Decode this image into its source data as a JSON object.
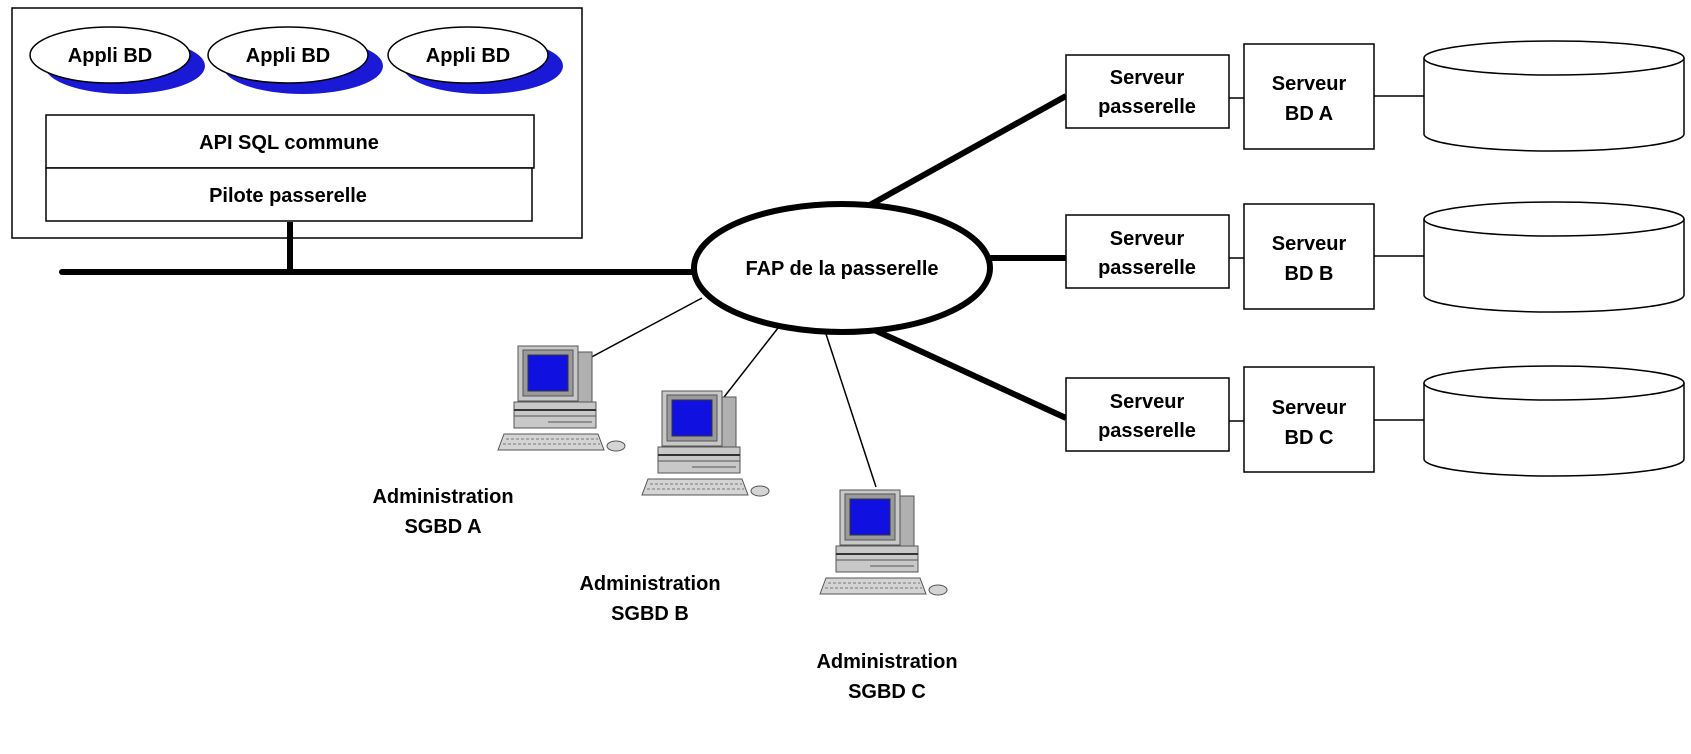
{
  "client": {
    "apps": [
      "Appli BD",
      "Appli BD",
      "Appli BD"
    ],
    "api_label": "API SQL commune",
    "driver_label": "Pilote passerelle"
  },
  "hub": {
    "label": "FAP de la passerelle"
  },
  "servers": [
    {
      "gateway": [
        "Serveur",
        "passerelle"
      ],
      "db": [
        "Serveur",
        "BD  A"
      ]
    },
    {
      "gateway": [
        "Serveur",
        "passerelle"
      ],
      "db": [
        "Serveur",
        "BD  B"
      ]
    },
    {
      "gateway": [
        "Serveur",
        "passerelle"
      ],
      "db": [
        "Serveur",
        "BD  C"
      ]
    }
  ],
  "admins": [
    {
      "line1": "Administration",
      "line2": "SGBD  A"
    },
    {
      "line1": "Administration",
      "line2": "SGBD  B"
    },
    {
      "line1": "Administration",
      "line2": "SGBD  C"
    }
  ],
  "colors": {
    "accent": "#1a1ad6",
    "screen": "#1010e0",
    "computer": "#c8c8c8",
    "line": "#000000"
  }
}
